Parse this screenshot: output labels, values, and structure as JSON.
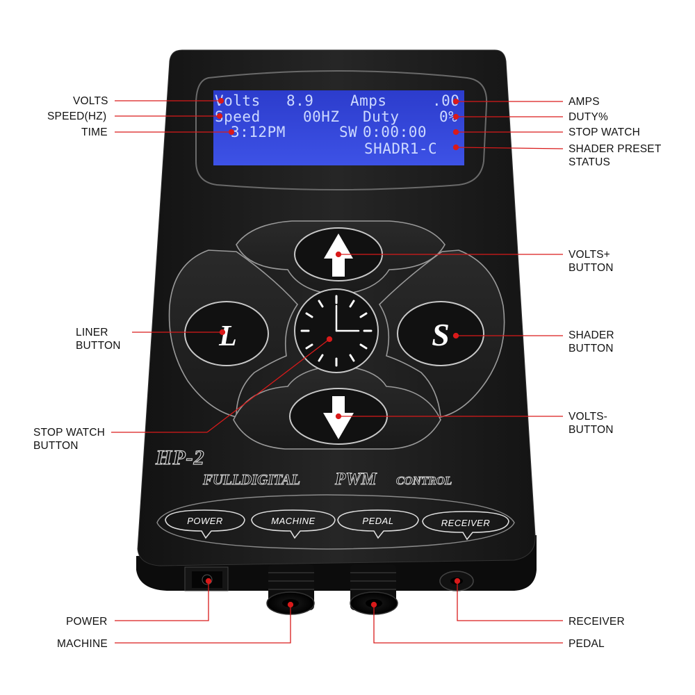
{
  "lcd": {
    "line1_left": "Volts",
    "line1_mid": "8.9",
    "line1_mid2": "Amps",
    "line1_right": ".00",
    "line2_left": "Speed",
    "line2_mid": "00HZ",
    "line2_mid2": "Duty",
    "line2_right": "0%",
    "line3_left": "3:12PM",
    "line3_mid": "SW",
    "line3_right": "0:00:00",
    "line4_right": "SHADR1-C"
  },
  "buttons": {
    "liner_letter": "L",
    "shader_letter": "S"
  },
  "branding": {
    "model": "HP-2",
    "tagline_a": "FULLDIGITAL",
    "tagline_b": "PWM",
    "tagline_c": "CONTROL"
  },
  "ports": {
    "power": "POWER",
    "machine": "MACHINE",
    "pedal": "PEDAL",
    "receiver": "RECEIVER"
  },
  "callouts": {
    "volts": "VOLTS",
    "speed": "SPEED(HZ)",
    "time": "TIME",
    "amps": "AMPS",
    "duty": "DUTY%",
    "stop_watch": "STOP WATCH",
    "shader_preset_1": "SHADER PRESET",
    "shader_preset_2": "STATUS",
    "volts_plus_1": "VOLTS+",
    "volts_plus_2": "BUTTON",
    "liner_1": "LINER",
    "liner_2": "BUTTON",
    "shader_1": "SHADER",
    "shader_2": "BUTTON",
    "volts_minus_1": "VOLTS-",
    "volts_minus_2": "BUTTON",
    "stop_watch_btn_1": "STOP WATCH",
    "stop_watch_btn_2": "BUTTON",
    "power": "POWER",
    "machine": "MACHINE",
    "receiver": "RECEIVER",
    "pedal": "PEDAL"
  },
  "colors": {
    "leader_line": "#d91a1a",
    "device_body": "#1b1b1b",
    "lcd_background": "#3446d6",
    "lcd_text": "#cdd9ff",
    "label_text": "#111111"
  }
}
